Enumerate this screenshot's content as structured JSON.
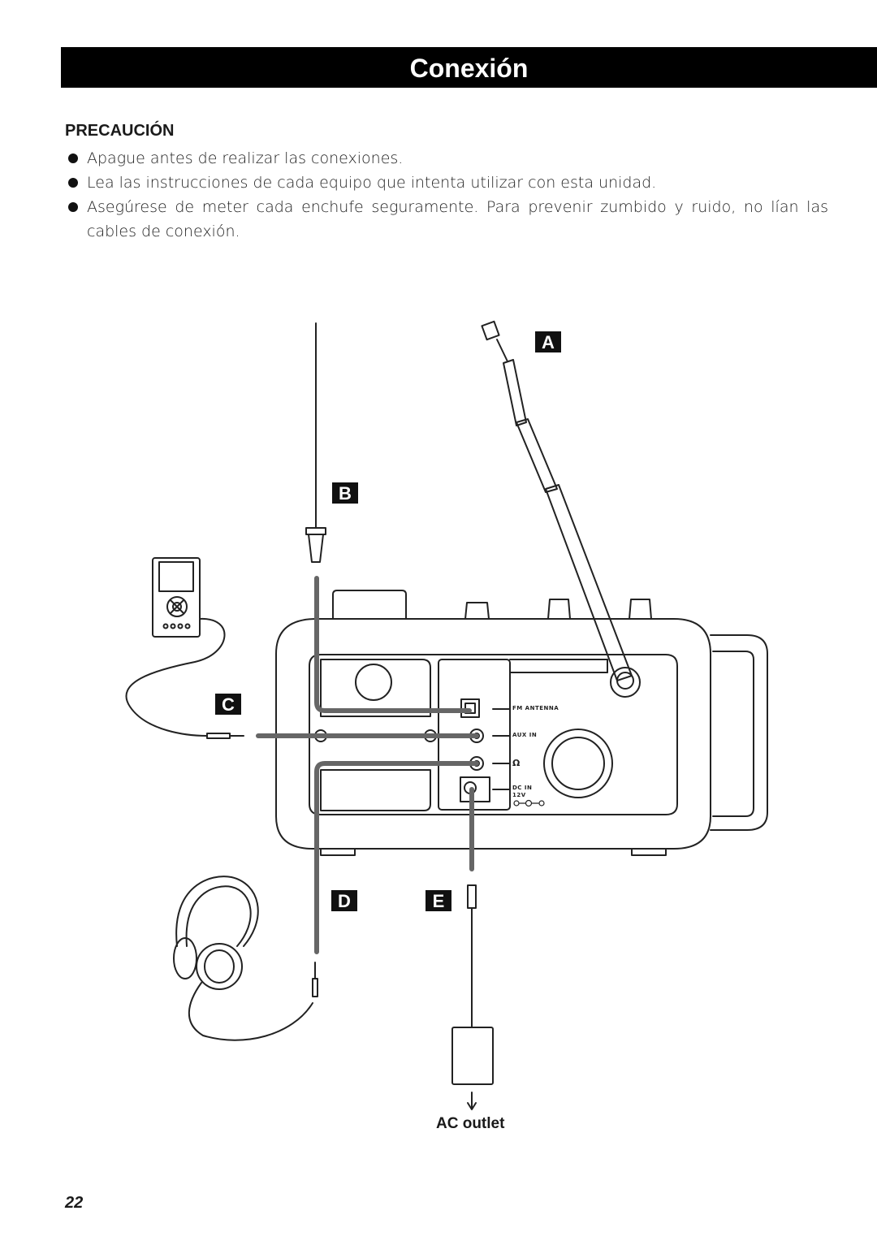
{
  "header": {
    "title": "Conexión"
  },
  "caution": {
    "heading": "PRECAUCIÓN",
    "items": [
      "Apague antes de realizar las conexiones.",
      "Lea las instrucciones de cada equipo que intenta utilizar con esta unidad.",
      "Asegúrese de meter cada enchufe seguramente. Para prevenir zumbido y ruido, no lían las cables de conexión."
    ]
  },
  "diagram": {
    "callouts": {
      "a": "A",
      "b": "B",
      "c": "C",
      "d": "D",
      "e": "E"
    },
    "panel": {
      "fm_antenna": "FM ANTENNA",
      "aux_in": "AUX IN",
      "headphones_symbol": "Ω",
      "dc_in": "DC IN",
      "dc_voltage": "12V"
    },
    "ac_outlet": "AC outlet"
  },
  "page": {
    "number": "22"
  }
}
